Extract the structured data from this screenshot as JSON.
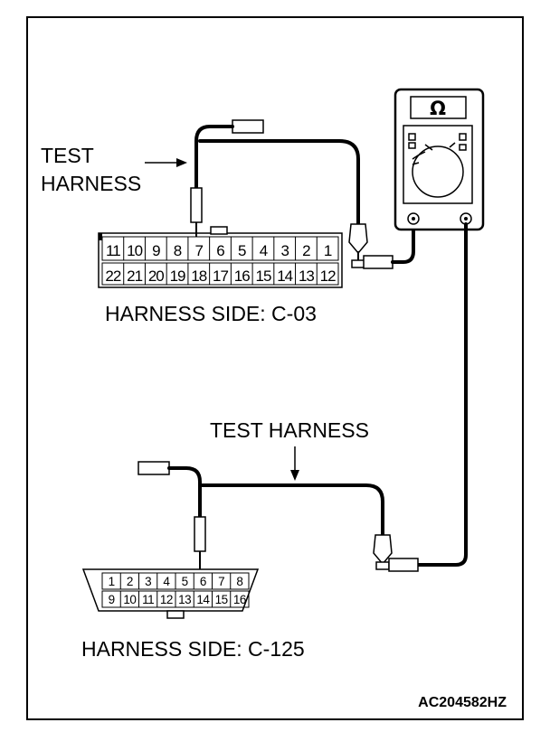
{
  "labels": {
    "test_harness_upper_line1": "TEST",
    "test_harness_upper_line2": "HARNESS",
    "test_harness_lower": "TEST HARNESS",
    "harness_side_c03": "HARNESS SIDE: C-03",
    "harness_side_c125": "HARNESS SIDE: C-125",
    "figure_code": "AC204582HZ"
  },
  "multimeter": {
    "symbol": "Ω",
    "icon": "ohmmeter-icon"
  },
  "connector_c03": {
    "top_row": [
      "11",
      "10",
      "9",
      "8",
      "7",
      "6",
      "5",
      "4",
      "3",
      "2",
      "1"
    ],
    "bottom_row": [
      "22",
      "21",
      "20",
      "19",
      "18",
      "17",
      "16",
      "15",
      "14",
      "13",
      "12"
    ],
    "probed_pin": "7"
  },
  "connector_c125": {
    "top_row": [
      "1",
      "2",
      "3",
      "4",
      "5",
      "6",
      "7",
      "8"
    ],
    "bottom_row": [
      "9",
      "10",
      "11",
      "12",
      "13",
      "14",
      "15",
      "16"
    ],
    "probed_pin": "6"
  }
}
